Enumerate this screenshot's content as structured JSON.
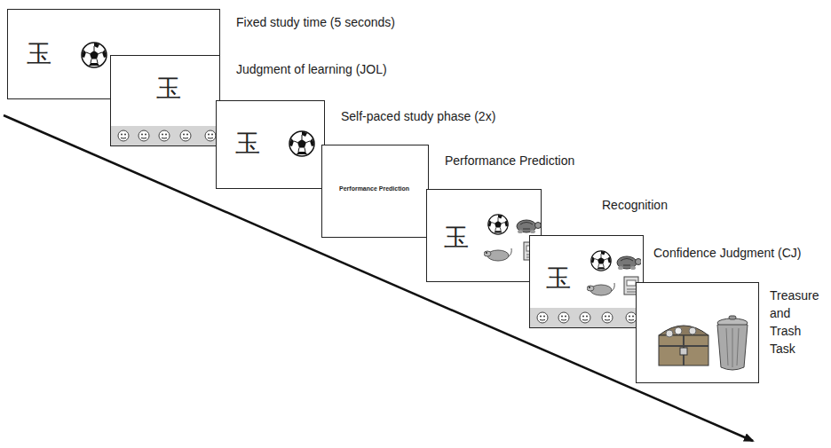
{
  "diagram": {
    "nodes": [
      {
        "text": [
          "Fixed study time (5 seconds)",
          "玉"
        ]
      },
      {
        "text": [
          "Judgment of learning (JOL)",
          "玉"
        ]
      },
      {
        "text": [
          "Self-paced study phase (2x)",
          "玉"
        ]
      },
      {
        "text": [
          "Performance Prediction",
          "Performance Prediction"
        ]
      },
      {
        "text": [
          "Recognition",
          "玉"
        ]
      },
      {
        "text": [
          "Confidence Judgment (CJ)",
          "玉"
        ]
      },
      {
        "text": [
          "Treasure and Trash Task"
        ]
      }
    ]
  }
}
